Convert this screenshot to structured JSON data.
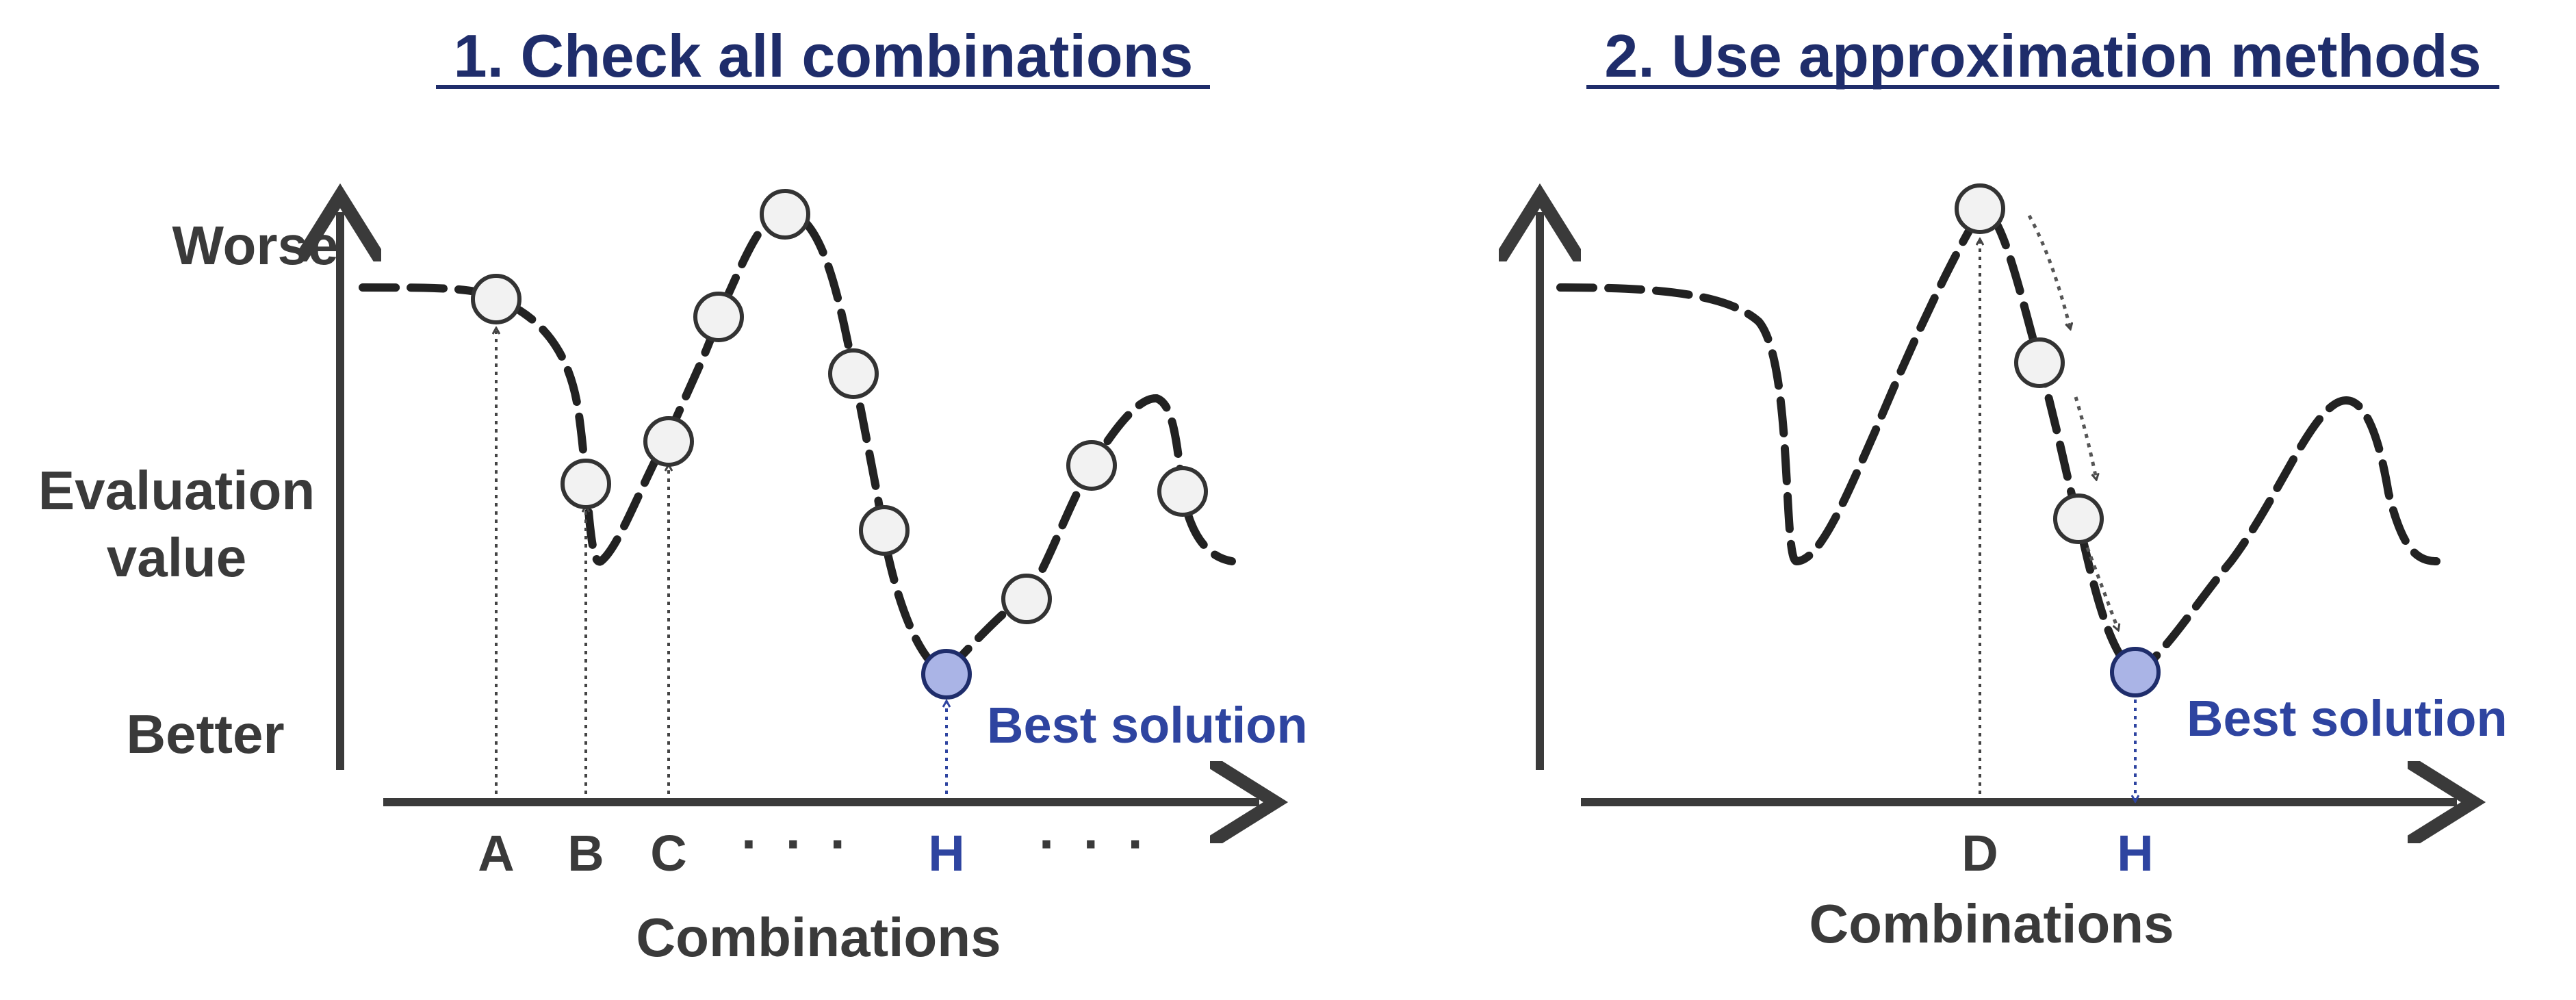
{
  "panel1": {
    "title": "1. Check all combinations",
    "y_worse": "Worse",
    "y_eval_line1": "Evaluation",
    "y_eval_line2": "value",
    "y_better": "Better",
    "x_ticks": [
      "A",
      "B",
      "C",
      "· · ·",
      "H",
      "· · ·"
    ],
    "best_label": "Best solution",
    "x_label": "Combinations"
  },
  "panel2": {
    "title": "2. Use approximation methods",
    "x_ticks": [
      "D",
      "H"
    ],
    "best_label": "Best solution",
    "x_label": "Combinations"
  },
  "colors": {
    "title": "#1f2d6b",
    "accent": "#2e44a0",
    "best_fill": "#aab4e6",
    "node_fill": "#f2f2f2",
    "text": "#3a3a3a"
  }
}
